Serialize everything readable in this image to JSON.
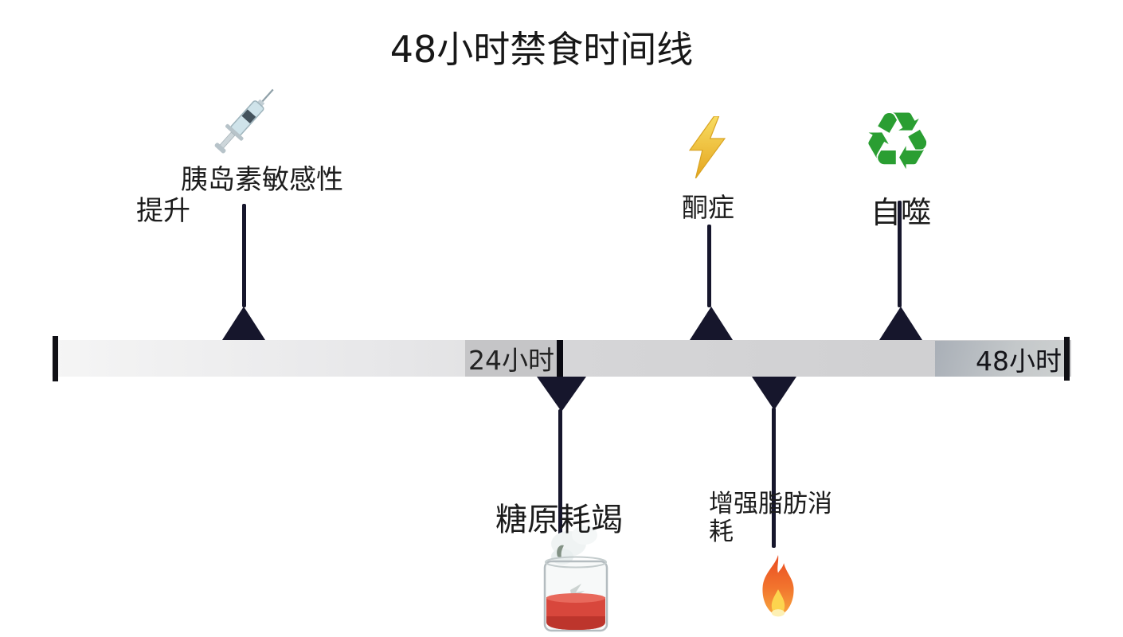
{
  "title": "48小时禁食时间线",
  "timeline": {
    "mid_tick_label": "24小时",
    "end_tick_label": "48小时",
    "bar_color_left": "#ececee",
    "bar_color_right": "#d2d2d4",
    "marker_color": "#16162c"
  },
  "events_above": [
    {
      "icon": "syringe-icon",
      "label": "胰岛素敏感性",
      "label_line2": "提升"
    },
    {
      "icon": "lightning-icon",
      "label": "酮症"
    },
    {
      "icon": "recycle-icon",
      "label": "自噬",
      "glyph": "♻"
    }
  ],
  "events_below": [
    {
      "icon": "beaker-icon",
      "label": "糖原耗竭"
    },
    {
      "icon": "fire-icon",
      "label": "增强脂肪消耗"
    }
  ],
  "colors": {
    "recycle_green": "#2a9e32",
    "lightning_gold": "#f2c93a",
    "flame_orange": "#f0762e",
    "liquid_red": "#d8473c"
  }
}
